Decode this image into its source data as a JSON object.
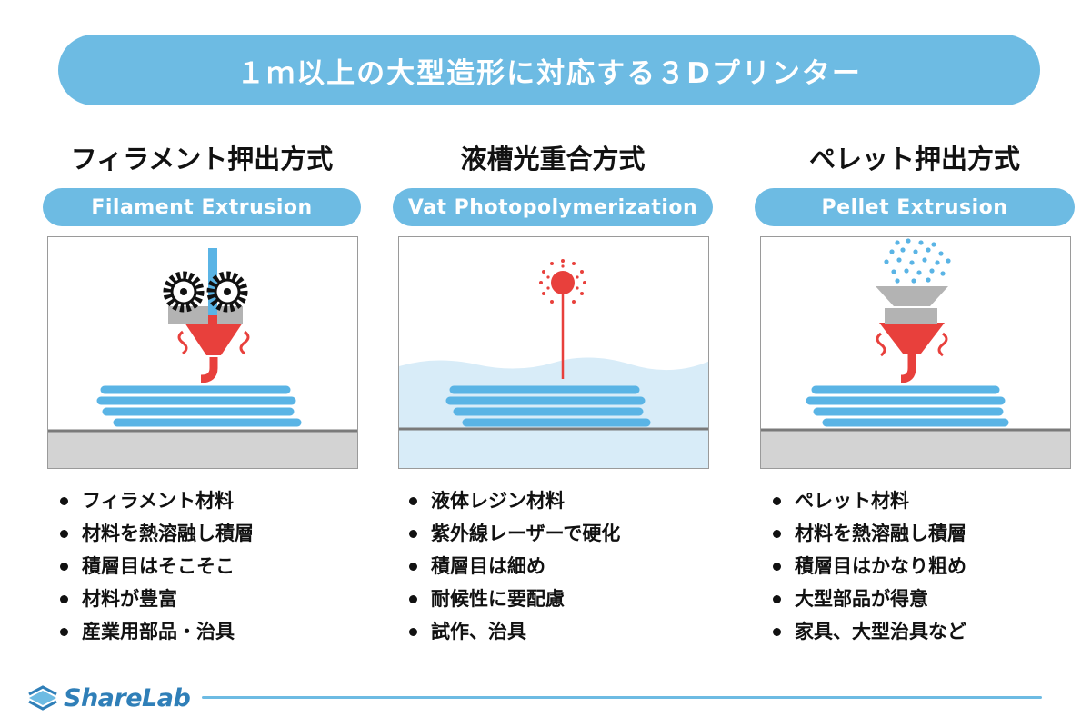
{
  "header": {
    "title": "１ｍ以上の大型造形に対応する３Dプリンター"
  },
  "colors": {
    "accent": "#6dbbe3",
    "red": "#e8403c",
    "filament_blue": "#5ab4e5",
    "gray": "#b3b3b3",
    "brand": "#2f7fb8"
  },
  "methods": [
    {
      "title": "フィラメント押出方式",
      "subtitle": "Filament Extrusion",
      "illustration": "gear-extruder-icon",
      "bullets": [
        "フィラメント材料",
        "材料を熱溶融し積層",
        "積層目はそこそこ",
        "材料が豊富",
        "産業用部品・治具"
      ]
    },
    {
      "title": "液槽光重合方式",
      "subtitle": "Vat Photopolymerization",
      "illustration": "laser-vat-icon",
      "bullets": [
        "液体レジン材料",
        "紫外線レーザーで硬化",
        "積層目は細め",
        "耐候性に要配慮",
        "試作、治具"
      ]
    },
    {
      "title": "ペレット押出方式",
      "subtitle": "Pellet Extrusion",
      "illustration": "pellet-hopper-icon",
      "bullets": [
        "ペレット材料",
        "材料を熱溶融し積層",
        "積層目はかなり粗め",
        "大型部品が得意",
        "家具、大型治具など"
      ]
    }
  ],
  "footer": {
    "brand": "ShareLab"
  }
}
